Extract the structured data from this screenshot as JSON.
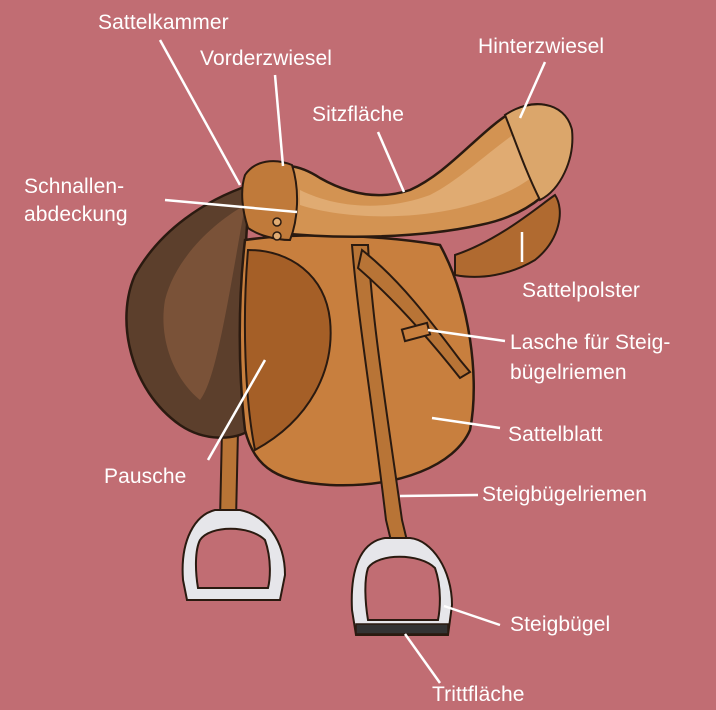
{
  "colors": {
    "background": "#c16d73",
    "saddle_main": "#c87f3e",
    "saddle_light": "#d9a369",
    "saddle_dark": "#5c3f2c",
    "saddle_mid": "#8a5531",
    "strap": "#b87436",
    "outline": "#2a1a10",
    "leader_lines": "#ffffff"
  },
  "labels": {
    "sattelkammer": "Sattelkammer",
    "vorderzwiesel": "Vorderzwiesel",
    "hinterzwiesel": "Hinterzwiesel",
    "sitzflaeche": "Sitzfläche",
    "schnallenabdeckung_1": "Schnallen-",
    "schnallenabdeckung_2": "abdeckung",
    "sattelpolster": "Sattelpolster",
    "lasche_1": "Lasche für Steig-",
    "lasche_2": "bügelriemen",
    "sattelblatt": "Sattelblatt",
    "pausche": "Pausche",
    "steigbuegelriemen": "Steigbügelriemen",
    "steigbuegel": "Steigbügel",
    "trittflaeche": "Trittfläche"
  }
}
